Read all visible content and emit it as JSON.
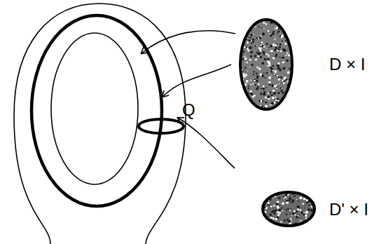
{
  "diagram": {
    "labels": [
      "Q",
      "D × I",
      "D' × I"
    ]
  }
}
